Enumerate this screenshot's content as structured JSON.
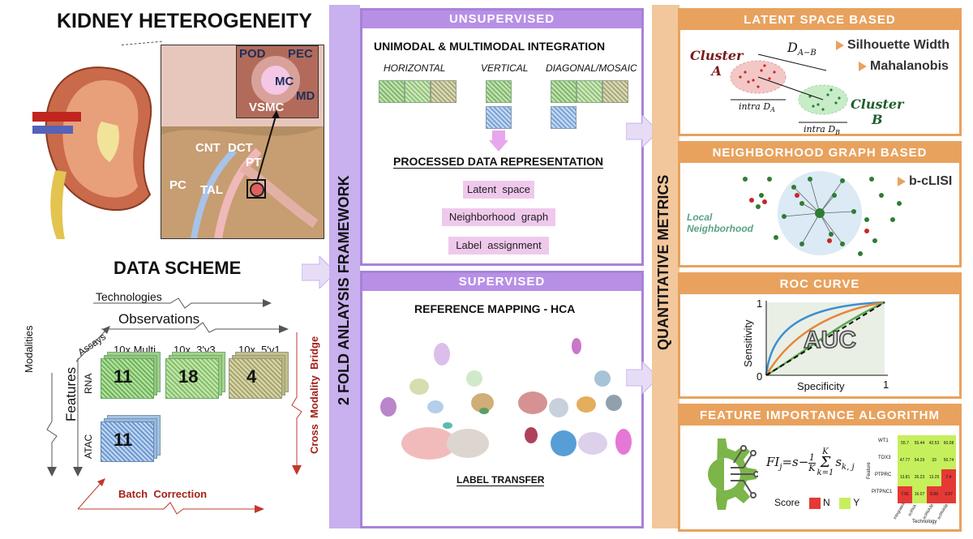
{
  "left": {
    "title": "KIDNEY HETEROGENEITY",
    "zoom_labels": {
      "pod": "POD",
      "pec": "PEC",
      "mc": "MC",
      "md": "MD",
      "vsmc": "VSMC"
    },
    "nephron_labels": {
      "cnt": "CNT",
      "dct": "DCT",
      "pt": "PT",
      "pc": "PC",
      "tal": "TAL"
    },
    "data_scheme": {
      "title": "DATA SCHEME",
      "technologies": "Technologies",
      "observations": "Observations",
      "assays": "Assays",
      "modalities": "Modalities",
      "features": "Features",
      "rna": "RNA",
      "atac": "ATAC",
      "cols": [
        "10x Multi",
        "10x  3'v3",
        "10x  5'v1"
      ],
      "counts": {
        "multi_rna": "11",
        "v3_rna": "18",
        "v1_rna": "4",
        "multi_atac": "11"
      },
      "batch": "Batch  Correction",
      "bridge": "Cross  Modality  Bridge"
    }
  },
  "middle": {
    "framework": "2 FOLD ANLAYSIS FRAMEWORK",
    "unsupervised": {
      "header": "UNSUPERVISED",
      "title": "UNIMODAL & MULTIMODAL INTEGRATION",
      "horizontal": "HORIZONTAL",
      "vertical": "VERTICAL",
      "diagonal": "DIAGONAL/MOSAIC",
      "processed": "PROCESSED DATA REPRESENTATION",
      "buttons": [
        "Latent  space",
        "Neighborhood  graph",
        "Label  assignment"
      ]
    },
    "supervised": {
      "header": "SUPERVISED",
      "title": "REFERENCE MAPPING - HCA",
      "footer": "LABEL TRANSFER"
    }
  },
  "metrics": {
    "vertical_title": "QUANTITATIVE METRICS",
    "latent": {
      "header": "LATENT SPACE BASED",
      "cluster_a": "Cluster",
      "cluster_a2": "A",
      "cluster_b": "Cluster",
      "cluster_b2": "B",
      "dist": "D",
      "dist_sub": "A−B",
      "intra_a": "intra D",
      "intra_a_sub": "A",
      "intra_b": "intra D",
      "intra_b_sub": "B",
      "metric1": "Silhouette Width",
      "metric2": "Mahalanobis"
    },
    "graph": {
      "header": "NEIGHBORHOOD GRAPH BASED",
      "local": "Local",
      "local2": "Neighborhood",
      "metric": "b-cLISI"
    },
    "roc": {
      "header": "ROC CURVE",
      "ylabel": "Sensitivity",
      "xlabel": "Specificity",
      "auc": "AUC",
      "tick0": "0",
      "tick1x": "1",
      "tick1y": "1"
    },
    "feature": {
      "header": "FEATURE IMPORTANCE ALGORITHM",
      "score": "Score",
      "n": "N",
      "y": "Y",
      "rows": [
        "WT1",
        "TOX3",
        "PTPRC",
        "PITPNC1"
      ],
      "cols": [
        "Integrated",
        "scRNA",
        "scRNA3p",
        "scRNA5p"
      ],
      "ylabel": "Feature",
      "xlabel": "Technology",
      "values": [
        [
          "55.7",
          "55.44",
          "42.53",
          "60.08"
        ],
        [
          "47.77",
          "54.29",
          "33",
          "50.74"
        ],
        [
          "13.81",
          "26.23",
          "13.25",
          "7.4"
        ],
        [
          "7.91",
          "16.07",
          "9.99",
          "3.97"
        ]
      ]
    }
  },
  "colors": {
    "purple": "#b790e6",
    "orange": "#e8a25e",
    "pink": "#efc9ec",
    "red": "#e53935",
    "green": "#c6ef5c"
  }
}
